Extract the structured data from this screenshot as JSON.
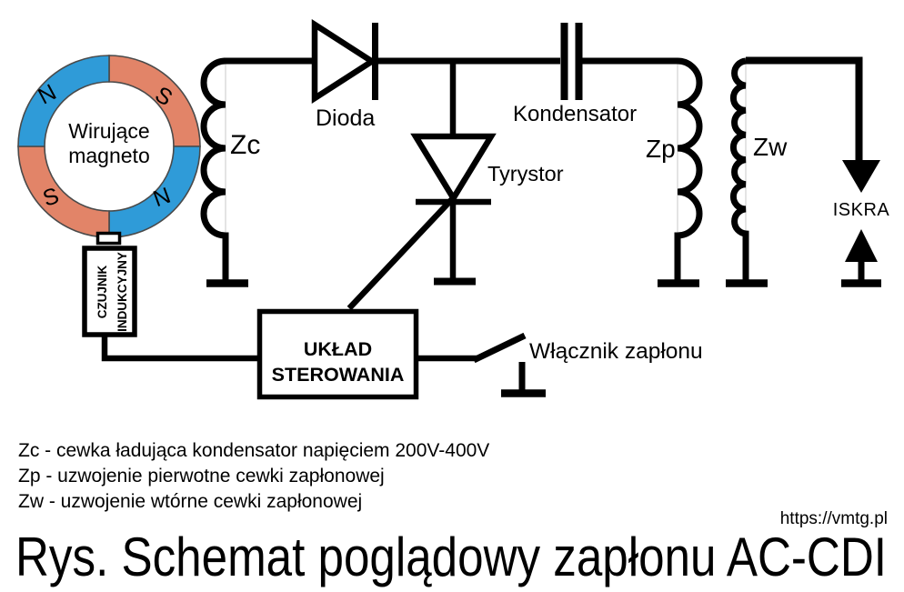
{
  "colors": {
    "magnet_blue": "#2f9bd8",
    "magnet_red": "#e28468",
    "ink": "#000000",
    "axis_gray": "#c9c9c9"
  },
  "magneto": {
    "label_line1": "Wirujące",
    "label_line2": "magneto",
    "poles": {
      "nw": "N",
      "ne": "S",
      "sw": "S",
      "se": "N"
    }
  },
  "sensor": {
    "label_line1": "CZUJNIK",
    "label_line2": "INDUKCYJNY"
  },
  "labels": {
    "zc": "Zc",
    "dioda": "Dioda",
    "kondensator": "Kondensator",
    "tyrystor": "Tyrystor",
    "zp": "Zp",
    "zw": "Zw",
    "iskra": "ISKRA",
    "wlacznik": "Włącznik zapłonu"
  },
  "control_box": {
    "line1": "UKŁAD",
    "line2": "STEROWANIA"
  },
  "legend": {
    "zc": "Zc - cewka ładująca kondensator napięciem 200V-400V",
    "zp": "Zp - uzwojenie pierwotne cewki zapłonowej",
    "zw": "Zw - uzwojenie wtórne cewki zapłonowej"
  },
  "footer": {
    "url": "https://vmtg.pl",
    "caption": "Rys. Schemat poglądowy zapłonu AC-CDI"
  }
}
